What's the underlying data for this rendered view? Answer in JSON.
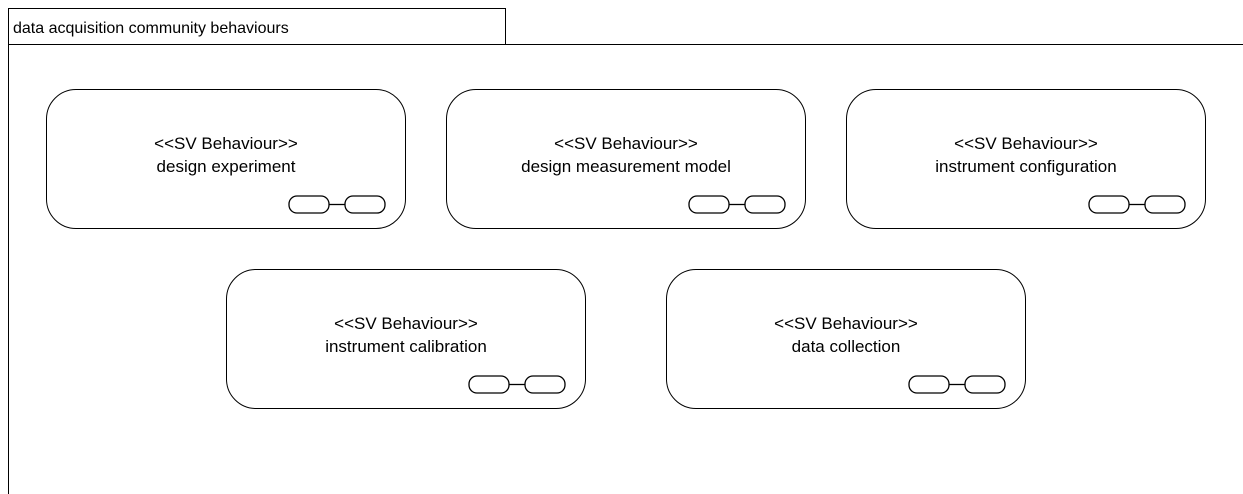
{
  "frame": {
    "title": "data acquisition community behaviours"
  },
  "nodes": [
    {
      "stereotype": "<<SV Behaviour>>",
      "name": "design experiment",
      "icon": "chain-link-icon"
    },
    {
      "stereotype": "<<SV Behaviour>>",
      "name": "design measurement model",
      "icon": "chain-link-icon"
    },
    {
      "stereotype": "<<SV Behaviour>>",
      "name": "instrument configuration",
      "icon": "chain-link-icon"
    },
    {
      "stereotype": "<<SV Behaviour>>",
      "name": "instrument calibration",
      "icon": "chain-link-icon"
    },
    {
      "stereotype": "<<SV Behaviour>>",
      "name": "data collection",
      "icon": "chain-link-icon"
    }
  ]
}
